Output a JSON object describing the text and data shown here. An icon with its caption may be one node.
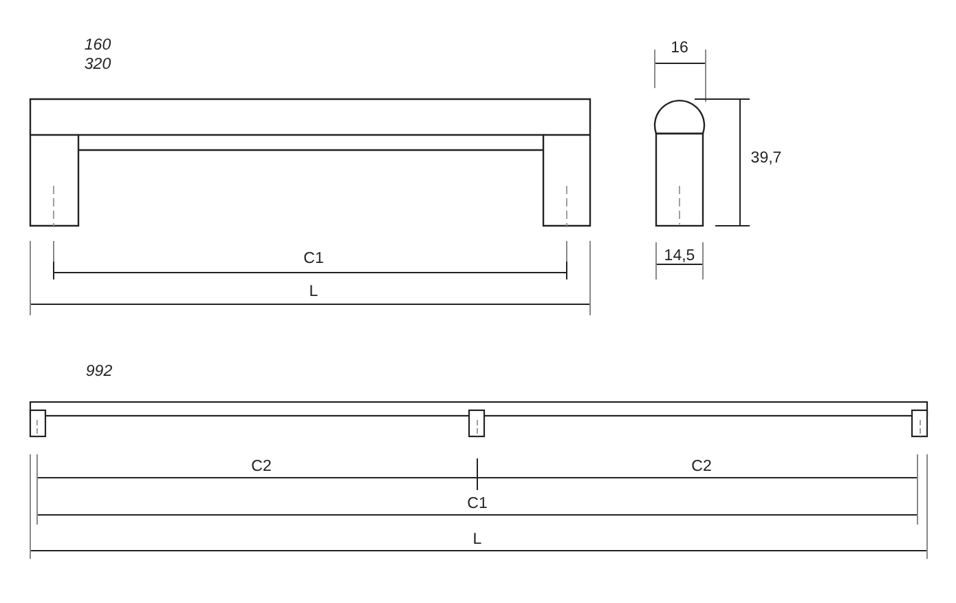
{
  "diagram": {
    "labels": [
      "160",
      "320",
      "16",
      "39,7",
      "C1",
      "14,5",
      "L",
      "992",
      "C2",
      "C2",
      "C1",
      "L"
    ]
  }
}
